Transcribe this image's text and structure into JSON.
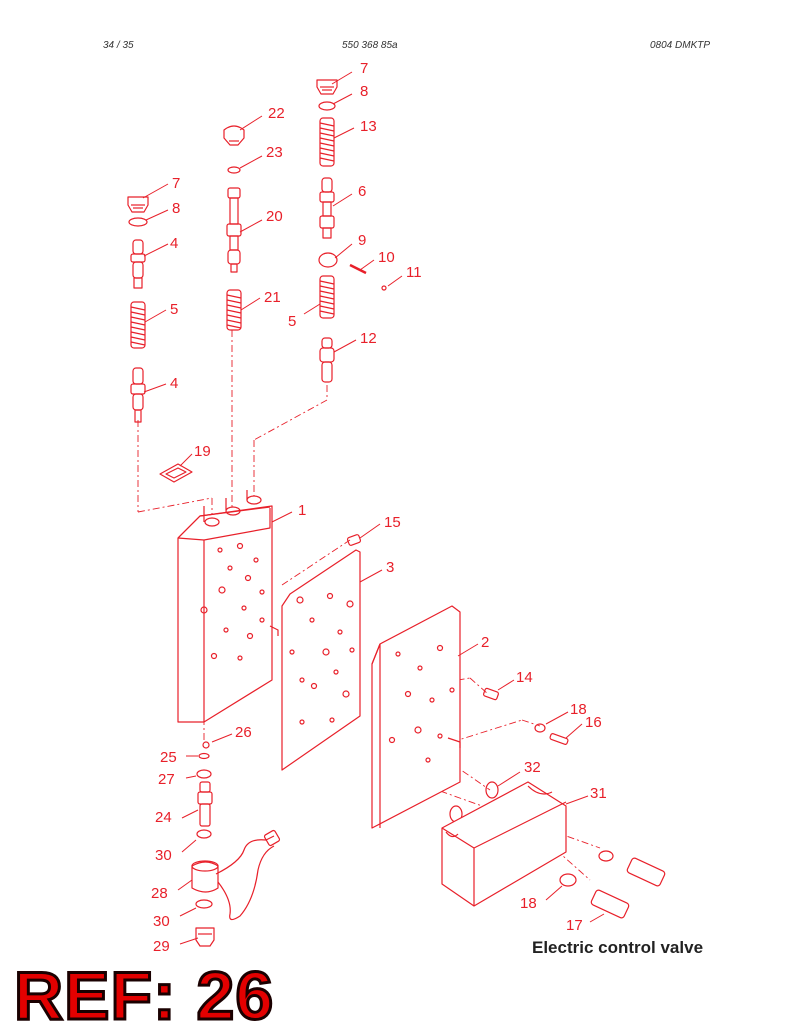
{
  "header": {
    "page": "34 /   35",
    "doc_number": "550 368 85a",
    "code": "0804 DMKTP"
  },
  "caption": "Electric control valve",
  "ref_label": "REF: 26",
  "colors": {
    "line": "#e8202a",
    "ref": "#e30000",
    "text": "#222222"
  },
  "callouts": [
    "7",
    "8",
    "13",
    "22",
    "23",
    "6",
    "9",
    "10",
    "11",
    "20",
    "7",
    "8",
    "4",
    "5",
    "21",
    "5",
    "12",
    "4",
    "19",
    "1",
    "15",
    "3",
    "2",
    "14",
    "18",
    "16",
    "26",
    "25",
    "27",
    "32",
    "31",
    "24",
    "30",
    "28",
    "30",
    "18",
    "17",
    "29"
  ]
}
